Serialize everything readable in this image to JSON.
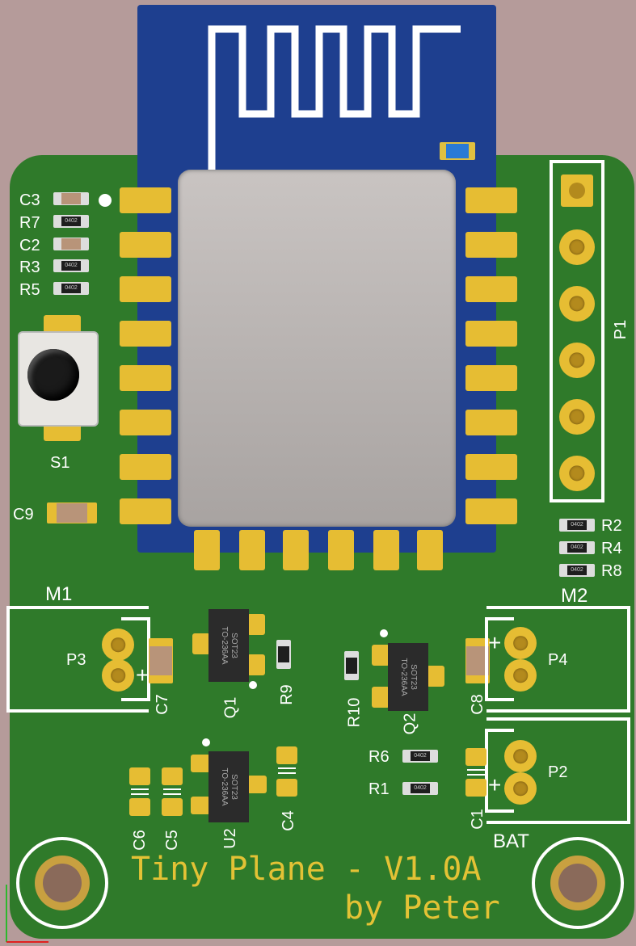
{
  "title": "Tiny Plane - V1.0A",
  "subtitle": "by Peter",
  "refs": {
    "C3": "C3",
    "R7": "R7",
    "C2": "C2",
    "R3": "R3",
    "R5": "R5",
    "S1": "S1",
    "C9": "C9",
    "P1": "P1",
    "R2": "R2",
    "R4": "R4",
    "R8": "R8",
    "M1": "M1",
    "M2": "M2",
    "P3": "P3",
    "C7": "C7",
    "Q1": "Q1",
    "R9": "R9",
    "R10": "R10",
    "Q2": "Q2",
    "C8": "C8",
    "P4": "P4",
    "C6": "C6",
    "C5": "C5",
    "U2": "U2",
    "C4": "C4",
    "R6": "R6",
    "R1": "R1",
    "P2": "P2",
    "C1": "C1",
    "BAT": "BAT"
  },
  "resistor_marking": "0402",
  "sot_package": {
    "line1": "SOT23",
    "line2": "TO-236AA"
  },
  "plus": "+",
  "colors": {
    "board": "#2f7a2a",
    "module": "#1e3f8f",
    "pad": "#e6bd33",
    "silk": "#ffffff",
    "background": "#b59b9a",
    "title": "#e3c235"
  }
}
